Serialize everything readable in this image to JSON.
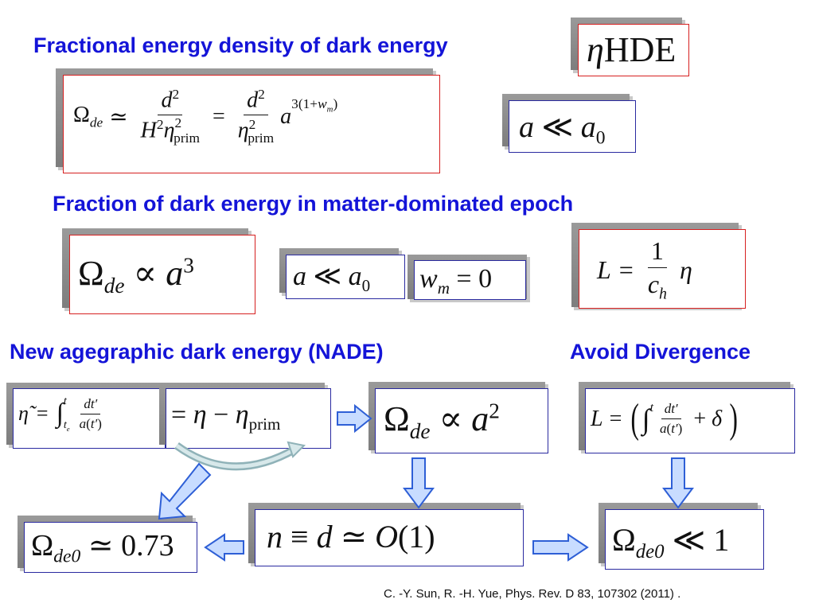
{
  "headings": {
    "fractional": "Fractional energy density of dark energy",
    "matter_epoch": "Fraction of dark energy in matter-dominated epoch",
    "nade": "New agegraphic dark energy (NADE)",
    "avoid": "Avoid Divergence"
  },
  "equations": {
    "eta_hde": "ηHDE",
    "omega_def": "Ω_de ≃ d² / (H² η²_prim) = d² / η²_prim · a^{3(1+w_m)}",
    "a_ll_a0_top": "a ≪ a₀",
    "omega_a3": "Ω_de ∝ a³",
    "a_ll_a0_mid": "a ≪ a₀",
    "wm_zero": "w_m = 0",
    "L_eta": "L = (1/c_h) η",
    "eta_tilde_integral": "η̃ = ∫_{t_e}^{t} dt′ / a(t′)",
    "eta_minus_prim": "= η − η_prim",
    "omega_a2": "Ω_de ∝ a²",
    "L_integral": "L = ( ∫^t dt′/a(t′) + δ )",
    "omega_de0_value": "Ω_de0 ≃ 0.73",
    "n_def": "n ≡ d ≃ O(1)",
    "omega_de0_ll": "Ω_de0 ≪ 1"
  },
  "citation": "C. -Y. Sun, R. -H. Yue, Phys. Rev. D 83, 107302 (2011) .",
  "colors": {
    "heading": "#1414d8",
    "red_border": "#d62020",
    "blue_border": "#2a2aa0",
    "arrow_fill": "#c8dcff",
    "arrow_stroke": "#2e5fd6"
  }
}
